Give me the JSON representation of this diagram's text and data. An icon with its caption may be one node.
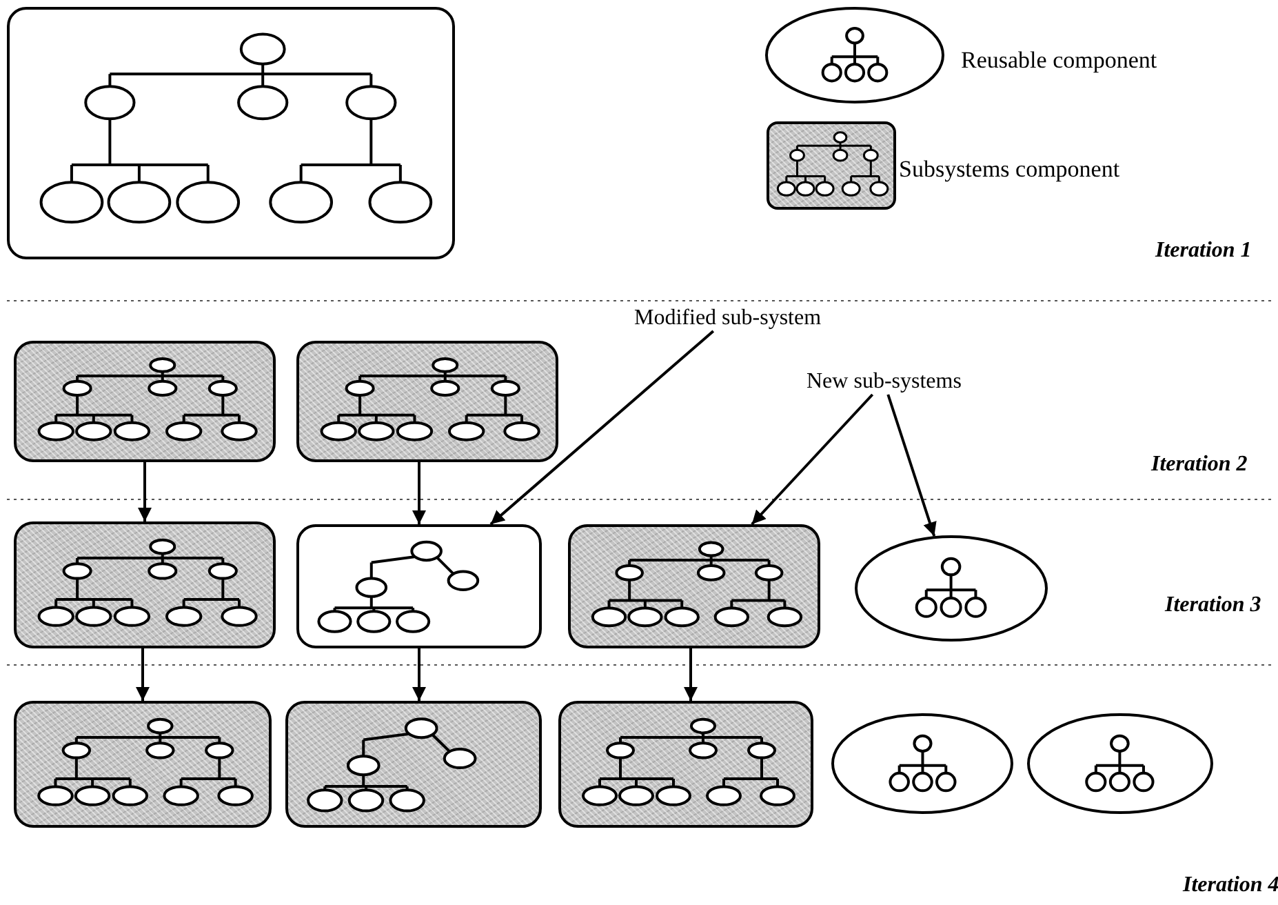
{
  "diagram": {
    "nodes": [
      {
        "text": [],
        "shape": "box"
      },
      {
        "text": [],
        "shape": "box"
      },
      {
        "text": [],
        "shape": "box"
      },
      {
        "text": [],
        "shape": "box"
      },
      {
        "text": [],
        "shape": "box"
      },
      {
        "text": [],
        "shape": "box"
      },
      {
        "text": [],
        "shape": "ellipse"
      },
      {
        "text": [],
        "shape": "box"
      },
      {
        "text": [],
        "shape": "box"
      },
      {
        "text": [],
        "shape": "box"
      },
      {
        "text": [],
        "shape": "ellipse"
      },
      {
        "text": [],
        "shape": "ellipse"
      },
      {
        "text": [
          "Modified sub-system"
        ]
      },
      {
        "text": [
          "New sub-systems"
        ]
      }
    ],
    "edges": [
      {
        "from": 1,
        "to": 3,
        "arrow": "to"
      },
      {
        "from": 2,
        "to": 4,
        "arrow": "to"
      },
      {
        "from": 3,
        "to": 7,
        "arrow": "to"
      },
      {
        "from": 4,
        "to": 8,
        "arrow": "to"
      },
      {
        "from": 5,
        "to": 9,
        "arrow": "to"
      },
      {
        "from": 12,
        "to": 4,
        "arrow": "to"
      },
      {
        "from": 13,
        "to": 5,
        "arrow": "to"
      },
      {
        "from": 13,
        "to": 6,
        "arrow": "to"
      }
    ],
    "labels": [
      "Iteration 1",
      "Iteration 2",
      "Iteration 3",
      "Iteration 4"
    ],
    "legend": [
      {
        "text": "Reusable component"
      },
      {
        "text": "Subsystems component"
      }
    ]
  }
}
